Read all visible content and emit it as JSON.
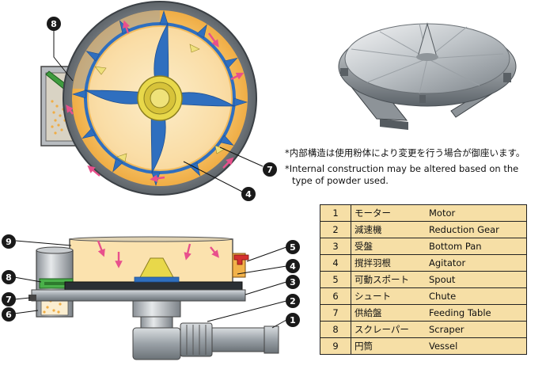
{
  "top_view": {
    "callouts": [
      "8",
      "7",
      "4"
    ]
  },
  "side_view": {
    "callouts": [
      "9",
      "5",
      "4",
      "8",
      "3",
      "7",
      "2",
      "6",
      "1"
    ]
  },
  "notes": {
    "jp": "*内部構造は使用粉体により変更を行う場合が御座います。",
    "en_line1": "*Internal construction may be altered based on the",
    "en_line2": "type of powder used."
  },
  "parts": [
    {
      "num": "1",
      "jp": "モーター",
      "en": "Motor"
    },
    {
      "num": "2",
      "jp": "減速機",
      "en": "Reduction Gear"
    },
    {
      "num": "3",
      "jp": "受盤",
      "en": "Bottom Pan"
    },
    {
      "num": "4",
      "jp": "撹拌羽根",
      "en": "Agitator"
    },
    {
      "num": "5",
      "jp": "可動スポート",
      "en": "Spout"
    },
    {
      "num": "6",
      "jp": "シュート",
      "en": "Chute"
    },
    {
      "num": "7",
      "jp": "供給盤",
      "en": "Feeding Table"
    },
    {
      "num": "8",
      "jp": "スクレーパー",
      "en": "Scraper"
    },
    {
      "num": "9",
      "jp": "円筒",
      "en": "Vessel"
    }
  ],
  "colors": {
    "powder": "#f2b24a",
    "agitator_blue": "#2f6fbf",
    "hub_yellow": "#e8d84a",
    "casing_gray": "#8f959b",
    "flow_arrows": "#e8508c",
    "table_bg": "#f6dfa6"
  }
}
